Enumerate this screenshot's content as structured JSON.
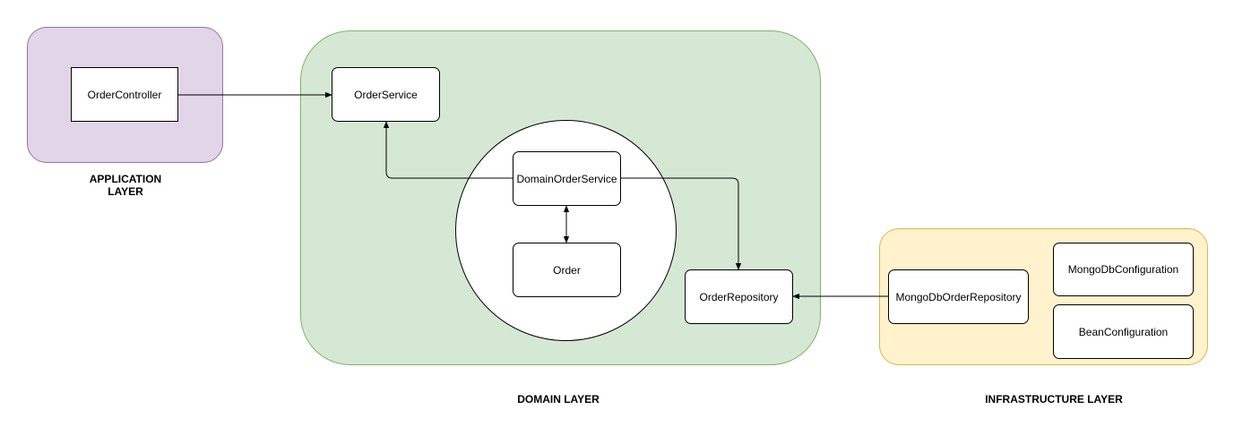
{
  "colors": {
    "application_fill": "#e1d5e7",
    "application_stroke": "#9673a6",
    "domain_fill": "#d5e8d4",
    "domain_stroke": "#82b366",
    "infrastructure_fill": "#fff2cc",
    "infrastructure_stroke": "#d6b656"
  },
  "layers": {
    "application": "APPLICATION LAYER",
    "domain": "DOMAIN LAYER",
    "infrastructure": "INFRASTRUCTURE LAYER"
  },
  "nodes": {
    "order_controller": "OrderController",
    "order_service": "OrderService",
    "domain_order_service": "DomainOrderService",
    "order": "Order",
    "order_repository": "OrderRepository",
    "mongo_order_repository": "MongoDbOrderRepository",
    "mongo_configuration": "MongoDbConfiguration",
    "bean_configuration": "BeanConfiguration"
  },
  "edges": [
    {
      "from": "OrderController",
      "to": "OrderService"
    },
    {
      "from": "DomainOrderService",
      "to": "OrderService"
    },
    {
      "from": "DomainOrderService",
      "to": "OrderRepository"
    },
    {
      "from": "DomainOrderService",
      "to": "Order",
      "bidirectional": true
    },
    {
      "from": "MongoDbOrderRepository",
      "to": "OrderRepository"
    }
  ]
}
